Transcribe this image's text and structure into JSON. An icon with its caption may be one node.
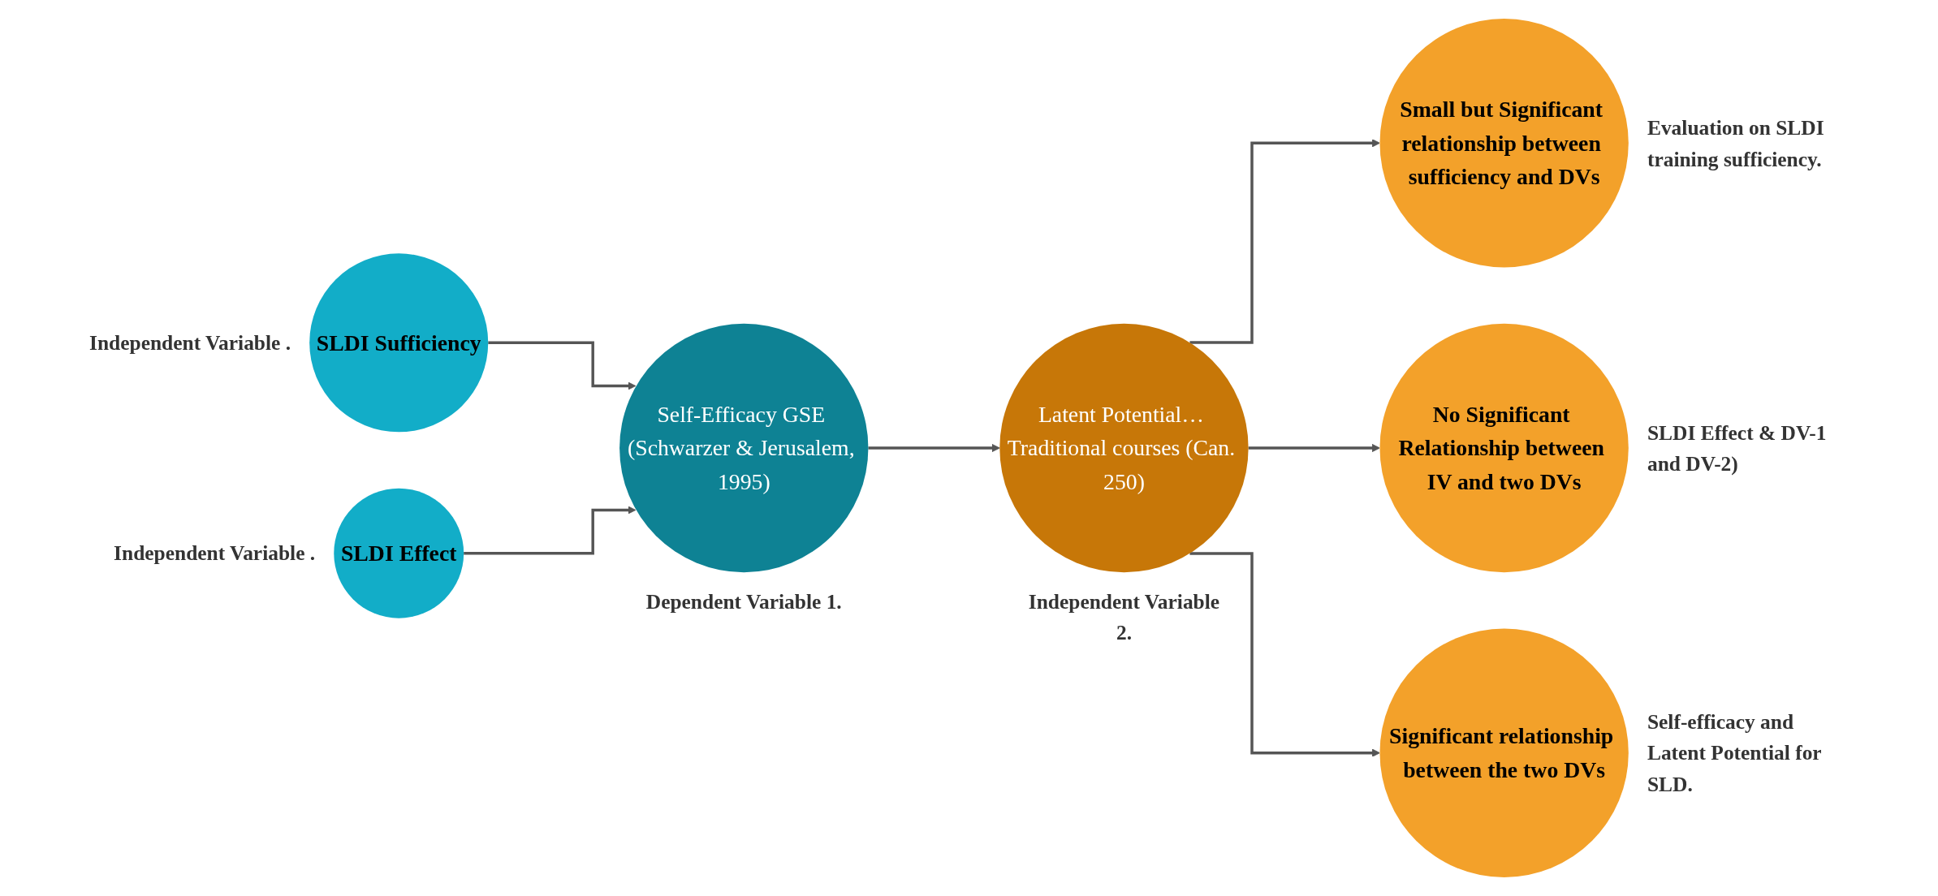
{
  "diagram": {
    "nodes": [
      {
        "text": [
          "SLDI Sufficiency"
        ],
        "beside": [
          "Independent Variable ."
        ]
      },
      {
        "text": [
          "SLDI Effect"
        ],
        "beside": [
          "Independent Variable ."
        ]
      },
      {
        "text": [
          "Self-Efficacy GSE (Schwarzer & Jerusalem, 1995)"
        ],
        "beside": [
          "Dependent Variable 1."
        ]
      },
      {
        "text": [
          "Latent Potential… Traditional courses (Can. 250)"
        ],
        "beside": [
          "Independent Variable 2."
        ]
      },
      {
        "text": [
          "Small but Significant relationship between sufficiency and DVs"
        ],
        "beside": [
          "Evaluation on SLDI training sufficiency."
        ]
      },
      {
        "text": [
          "No Significant Relationship between IV and two DVs"
        ],
        "beside": [
          "SLDI Effect & DV-1 and DV-2)"
        ]
      },
      {
        "text": [
          "Significant relationship between the two DVs"
        ],
        "beside": [
          "Self-efficacy and Latent Potential for SLD."
        ]
      }
    ],
    "edges": [
      {
        "from": 0,
        "to": 2,
        "arrow": "to"
      },
      {
        "from": 1,
        "to": 2,
        "arrow": "to"
      },
      {
        "from": 2,
        "to": 3,
        "arrow": "to"
      },
      {
        "from": 3,
        "to": 4,
        "arrow": "to"
      },
      {
        "from": 3,
        "to": 5,
        "arrow": "to"
      },
      {
        "from": 3,
        "to": 6,
        "arrow": "to"
      }
    ]
  }
}
